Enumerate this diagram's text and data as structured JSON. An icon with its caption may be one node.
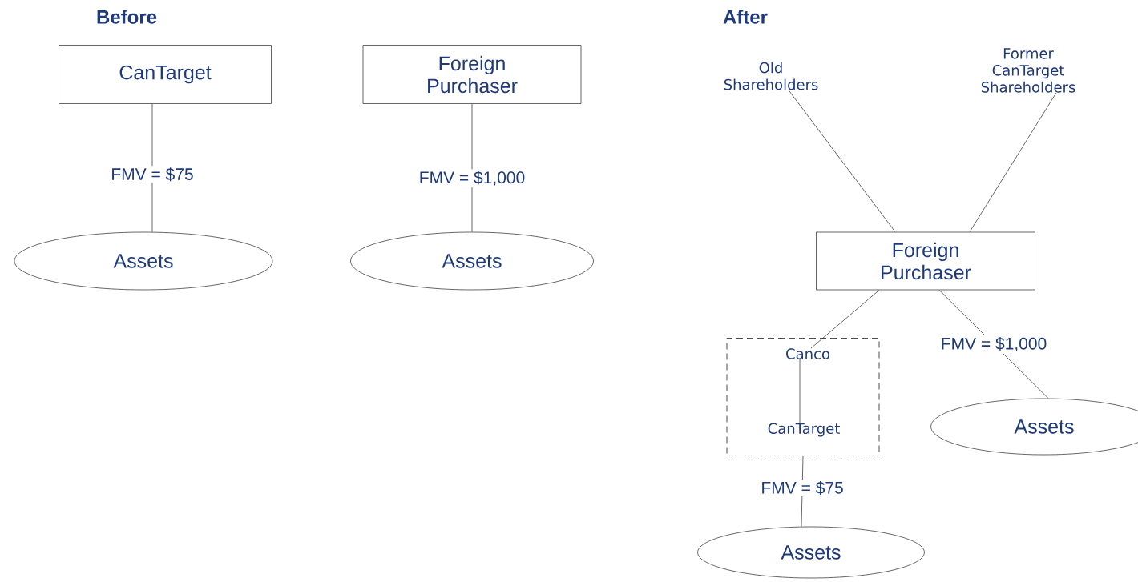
{
  "diagram": {
    "nodes": [
      {
        "text": [
          "CanTarget"
        ]
      },
      {
        "text": [
          "Assets"
        ]
      },
      {
        "text": [
          "Foreign Purchaser"
        ]
      },
      {
        "text": [
          "Assets"
        ]
      },
      {
        "text": [
          "Old Shareholders"
        ]
      },
      {
        "text": [
          "Former CanTarget Shareholders"
        ]
      },
      {
        "text": [
          "Foreign Purchaser"
        ]
      },
      {
        "text": [],
        "shape": "box"
      },
      {
        "text": [
          "Canco"
        ],
        "in": 7
      },
      {
        "text": [
          "CanTarget"
        ],
        "in": 7
      },
      {
        "text": [
          "Assets"
        ]
      },
      {
        "text": [
          "Assets"
        ]
      }
    ],
    "edges": [
      {
        "from": 0,
        "to": 1,
        "arrow": "none",
        "label": "FMV = $75"
      },
      {
        "from": 2,
        "to": 3,
        "arrow": "none",
        "label": "FMV = $1,000"
      },
      {
        "from": 4,
        "to": 6,
        "arrow": "none"
      },
      {
        "from": 5,
        "to": 6,
        "arrow": "none"
      },
      {
        "from": 6,
        "to": 8,
        "arrow": "none"
      },
      {
        "from": 6,
        "to": 10,
        "arrow": "none",
        "label": "FMV = $1,000"
      },
      {
        "from": 8,
        "to": 9,
        "arrow": "none"
      },
      {
        "from": 7,
        "to": 11,
        "arrow": "none",
        "label": "FMV = $75"
      }
    ],
    "labels": [
      "Before",
      "After"
    ]
  }
}
